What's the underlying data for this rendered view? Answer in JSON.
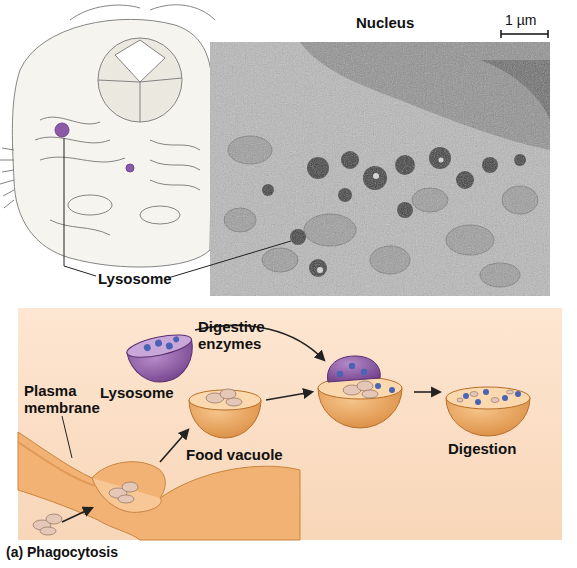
{
  "diagram": {
    "caption": "(a) Phagocytosis",
    "labels": [
      "Nucleus",
      "1 µm",
      "Lysosome",
      "Digestive enzymes",
      "Lysosome",
      "Plasma membrane",
      "Food vacuole",
      "Digestion"
    ]
  }
}
